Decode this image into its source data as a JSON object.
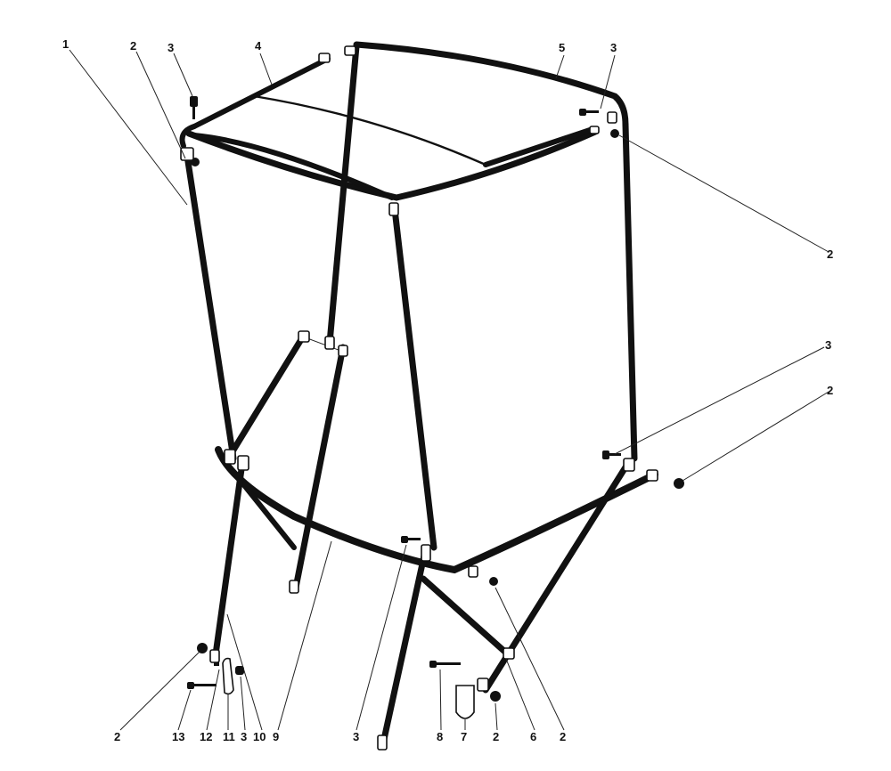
{
  "callouts": [
    {
      "id": "c1",
      "text": "1"
    },
    {
      "id": "c2a",
      "text": "2"
    },
    {
      "id": "c3a",
      "text": "3"
    },
    {
      "id": "c4",
      "text": "4"
    },
    {
      "id": "c5",
      "text": "5"
    },
    {
      "id": "c3b",
      "text": "3"
    },
    {
      "id": "c2b",
      "text": "2"
    },
    {
      "id": "c3c",
      "text": "3"
    },
    {
      "id": "c2c",
      "text": "2"
    },
    {
      "id": "c2d",
      "text": "2"
    },
    {
      "id": "c13",
      "text": "13"
    },
    {
      "id": "c12",
      "text": "12"
    },
    {
      "id": "c11",
      "text": "11"
    },
    {
      "id": "c3d",
      "text": "3"
    },
    {
      "id": "c10",
      "text": "10"
    },
    {
      "id": "c9",
      "text": "9"
    },
    {
      "id": "c3e",
      "text": "3"
    },
    {
      "id": "c8",
      "text": "8"
    },
    {
      "id": "c7",
      "text": "7"
    },
    {
      "id": "c2e",
      "text": "2"
    },
    {
      "id": "c6",
      "text": "6"
    },
    {
      "id": "c2f",
      "text": "2"
    }
  ]
}
